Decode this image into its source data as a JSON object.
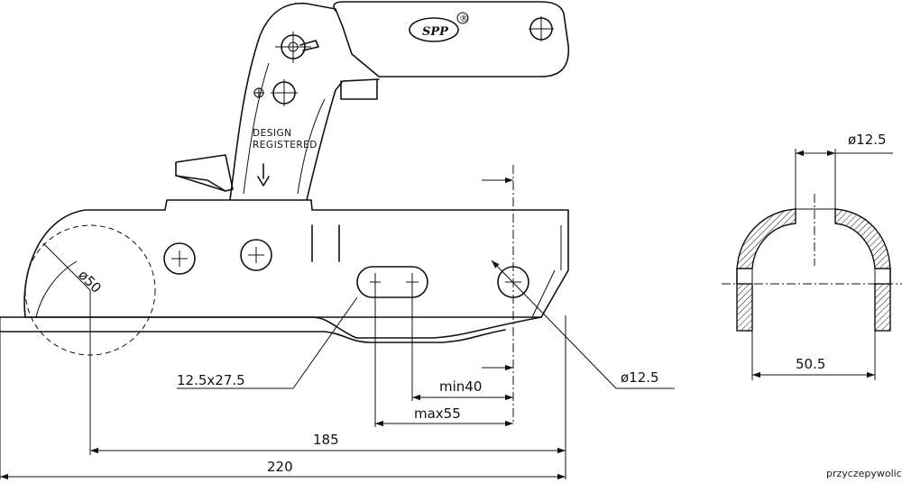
{
  "labels": {
    "design": "DESIGN",
    "registered": "REGISTERED",
    "logo": "SPP",
    "logo_mark": "®"
  },
  "dimensions": {
    "ball_diameter": "ø50",
    "slot": "12.5x27.5",
    "hole_diameter": "ø12.5",
    "min_length": "min40",
    "max_length": "max55",
    "length_185": "185",
    "length_220": "220",
    "section_hole": "ø12.5",
    "section_width": "50.5"
  },
  "watermark": "przyczepywolica"
}
